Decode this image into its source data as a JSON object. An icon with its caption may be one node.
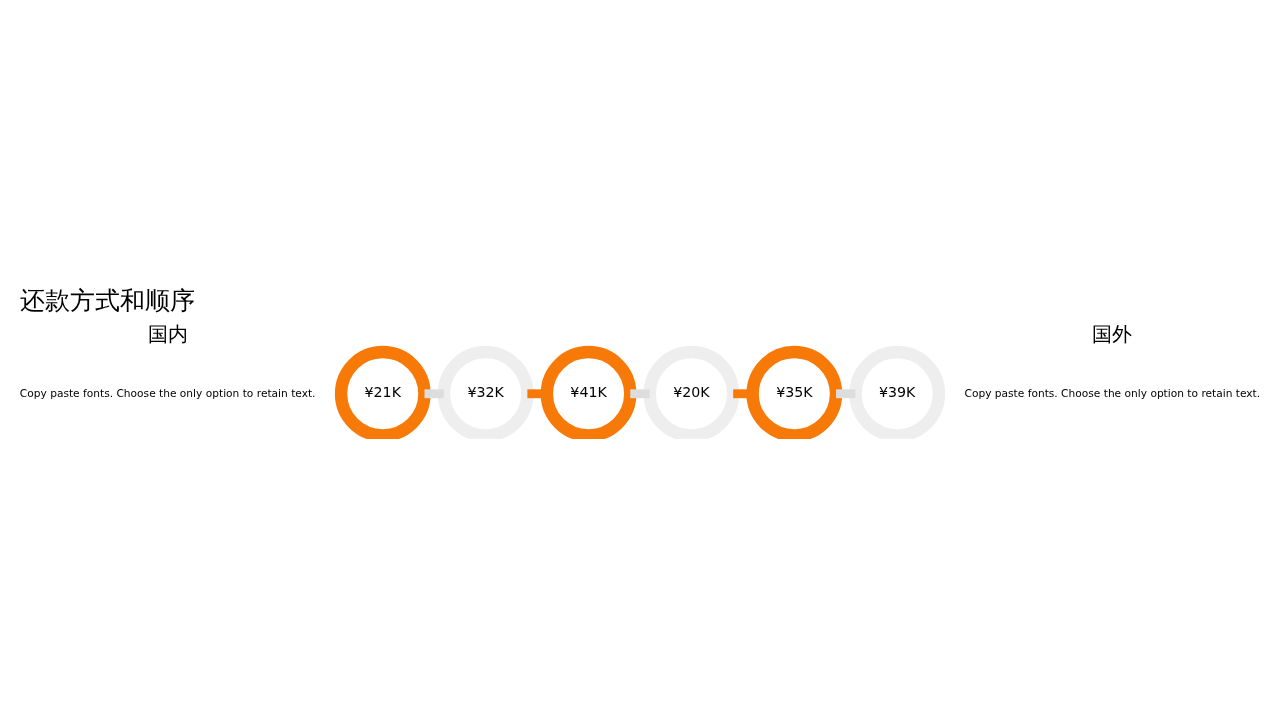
{
  "diagram": {
    "title": "还款方式和顺序",
    "nodes": [
      {
        "text": [
          "¥21K"
        ]
      },
      {
        "text": [
          "¥32K"
        ]
      },
      {
        "text": [
          "¥41K"
        ]
      },
      {
        "text": [
          "¥20K"
        ]
      },
      {
        "text": [
          "¥39K"
        ]
      },
      {
        "text": [
          "¥35K"
        ]
      }
    ],
    "edges": [
      {
        "from": 0,
        "to": 1,
        "arrow": "none"
      },
      {
        "from": 1,
        "to": 2,
        "arrow": "none",
        "color": "#f77a08"
      },
      {
        "from": 2,
        "to": 3,
        "arrow": "none"
      },
      {
        "from": 3,
        "to": 5,
        "arrow": "none",
        "color": "#f77a08"
      },
      {
        "from": 5,
        "to": 4,
        "arrow": "none"
      }
    ],
    "labels": [
      "国外",
      "Copy paste fonts. Choose the only option to retain text.",
      "国内",
      "Copy paste fonts. Choose the only option to retain text."
    ]
  }
}
